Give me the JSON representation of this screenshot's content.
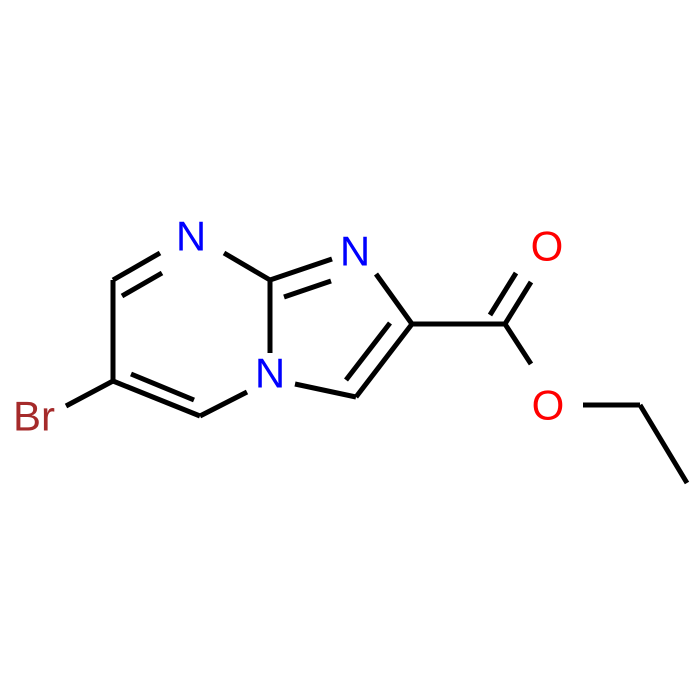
{
  "atoms": {
    "n_top": {
      "label": "N",
      "color": "#0000ff"
    },
    "n_five": {
      "label": "N",
      "color": "#0000ff"
    },
    "n_bridge": {
      "label": "N",
      "color": "#0000ff"
    },
    "o_carbonyl": {
      "label": "O",
      "color": "#ff0000"
    },
    "o_ester": {
      "label": "O",
      "color": "#ff0000"
    },
    "br": {
      "label": "Br",
      "color": "#a52a2a"
    }
  },
  "bond_color": "#000000"
}
